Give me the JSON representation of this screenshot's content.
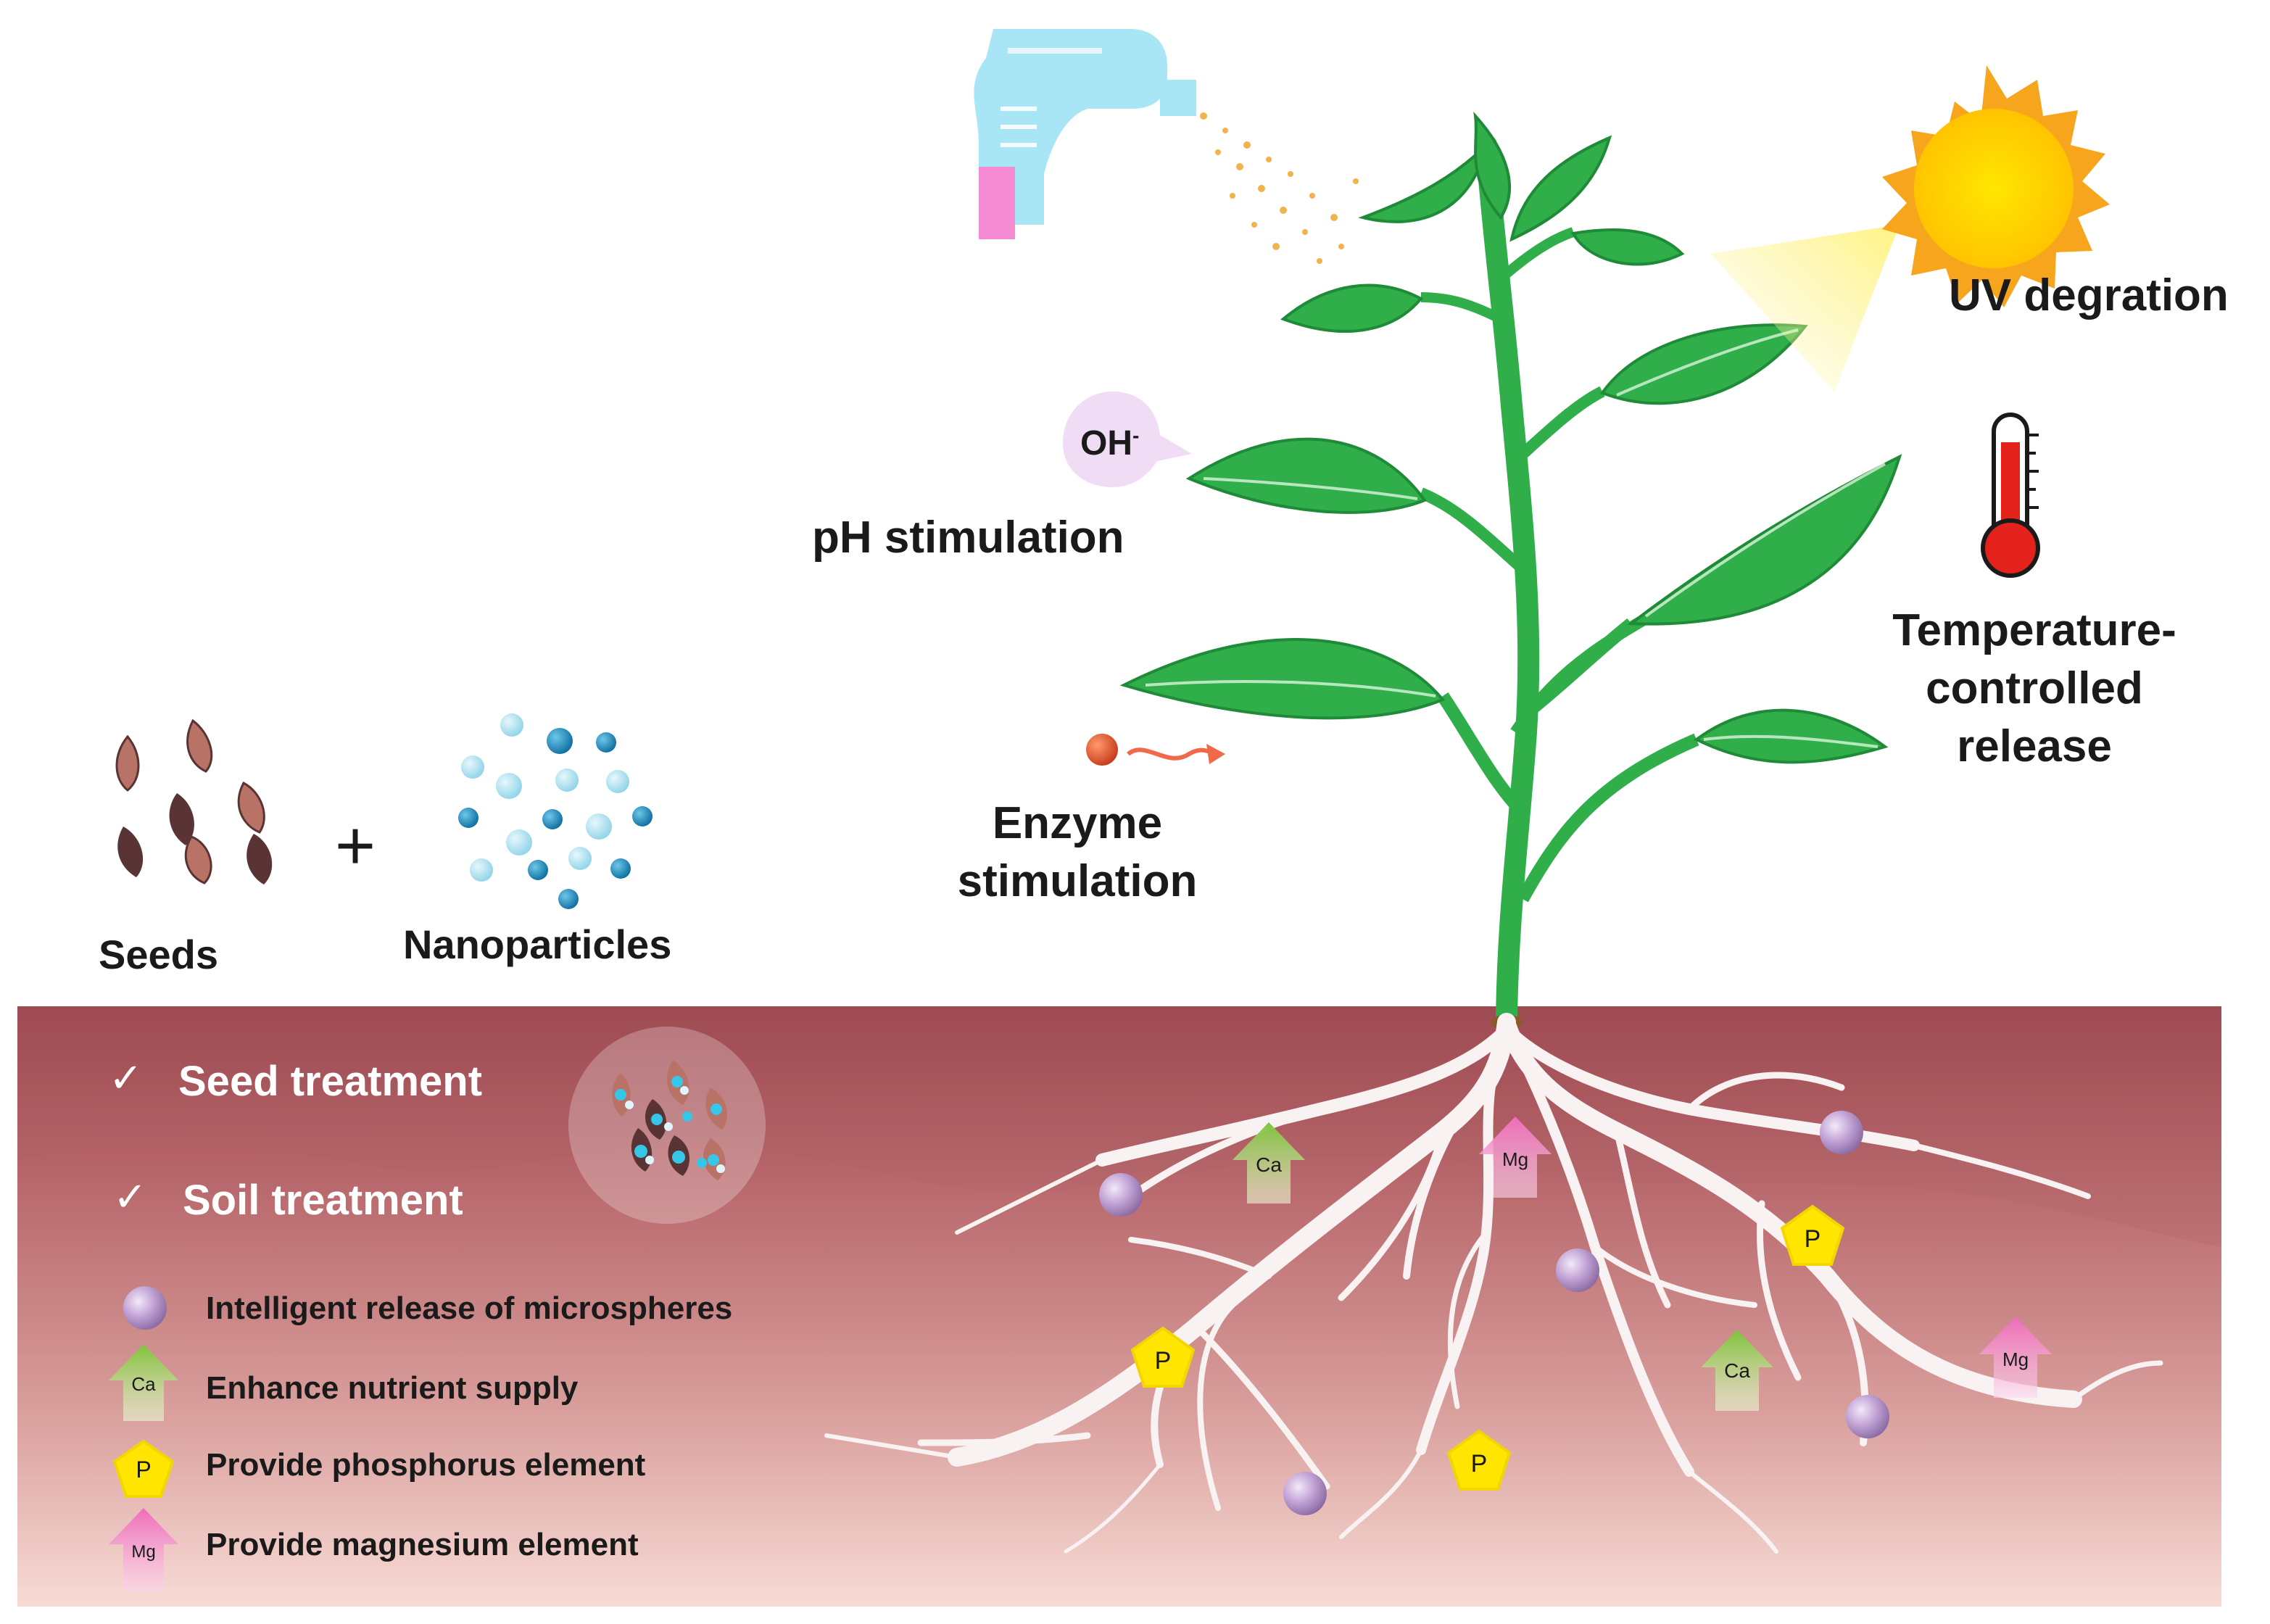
{
  "labels": {
    "uv": "UV degration",
    "temperature": [
      "Temperature-",
      "controlled",
      "release"
    ],
    "ph": "pH stimulation",
    "enzyme": [
      "Enzyme",
      "stimulation"
    ],
    "oh": "OH",
    "oh_charge": "-",
    "seeds": "Seeds",
    "plus": "+",
    "nanoparticles": "Nanoparticles"
  },
  "treatments": [
    {
      "check": "✓",
      "label": "Seed treatment"
    },
    {
      "check": "✓",
      "label": "Soil treatment"
    }
  ],
  "legend": [
    {
      "icon": "microsphere-icon",
      "text": "Intelligent release of microspheres"
    },
    {
      "icon": "calcium-arrow-icon",
      "symbol": "Ca",
      "text": "Enhance nutrient supply"
    },
    {
      "icon": "phosphorus-pentagon-icon",
      "symbol": "P",
      "text": "Provide phosphorus element"
    },
    {
      "icon": "magnesium-arrow-icon",
      "symbol": "Mg",
      "text": "Provide magnesium element"
    }
  ],
  "root_markers": {
    "ca": "Ca",
    "mg": "Mg",
    "p": "P"
  },
  "colors": {
    "soil_top": "#9e4a52",
    "soil_bottom": "#f6d3cd",
    "leaf": "#2fae4a",
    "root": "#ffffff",
    "sun": "#ffd400",
    "sun_rays": "#f7a51c",
    "thermometer_fill": "#e3231b",
    "sprayer": "#a8e6f6",
    "sprayer_trigger": "#f58bd3",
    "spray_drops": "#f2b24c",
    "seed_light": "#b97266",
    "seed_dark": "#5a3434",
    "nano_light": "#a9e3f0",
    "nano_dark": "#1a8dbf",
    "microsphere": "#c6a8d8",
    "calcium": "#9fd24f",
    "phosphorus": "#ffe500",
    "magnesium": "#f07bc3"
  }
}
